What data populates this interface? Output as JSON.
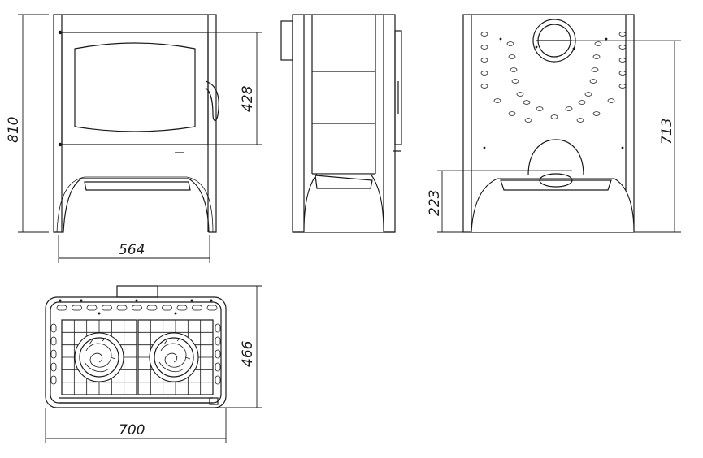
{
  "dimensions": {
    "front_height": "810",
    "door_height": "428",
    "front_width": "564",
    "back_height": "713",
    "flue_height": "223",
    "top_depth": "466",
    "top_width": "700"
  }
}
